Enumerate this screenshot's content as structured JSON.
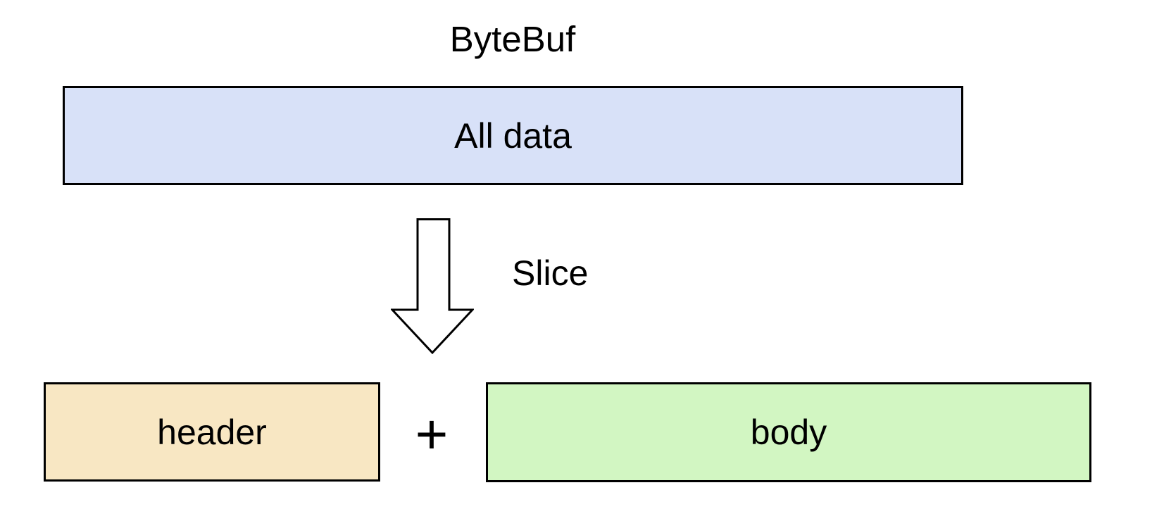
{
  "diagram": {
    "title": "ByteBuf",
    "source_box": {
      "label": "All data",
      "fill": "#d8e1f8",
      "border": "#000000"
    },
    "operation": {
      "label": "Slice",
      "icon": "down-arrow-icon",
      "arrow_fill": "#ffffff",
      "arrow_stroke": "#000000"
    },
    "operator": "+",
    "result_boxes": [
      {
        "label": "header",
        "fill": "#f8e7c3",
        "border": "#000000"
      },
      {
        "label": "body",
        "fill": "#d2f6c2",
        "border": "#000000"
      }
    ]
  }
}
